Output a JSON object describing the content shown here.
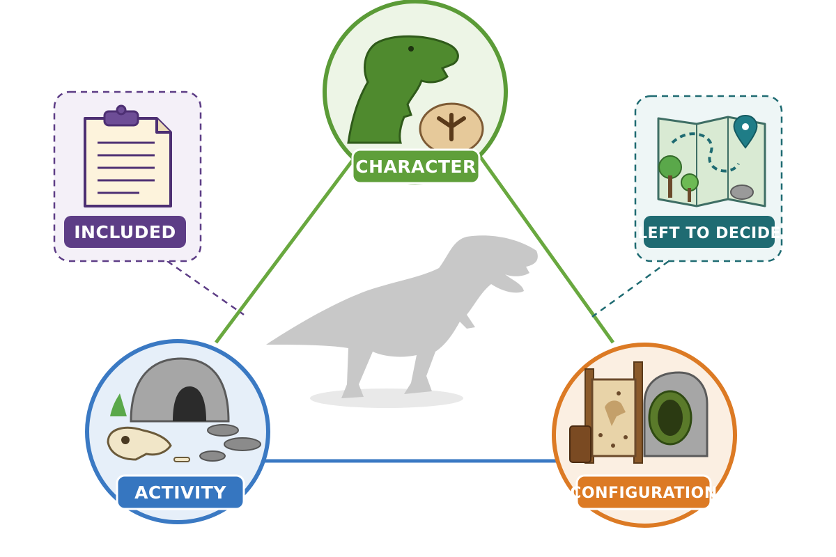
{
  "nodes": {
    "character": {
      "label": "CHARACTER",
      "color": "#5b9b37",
      "fill": "#edf5e6",
      "pill": "#5f9f3a"
    },
    "activity": {
      "label": "ACTIVITY",
      "color": "#3a79c3",
      "fill": "#e6eff9",
      "pill": "#3676c0"
    },
    "configuration": {
      "label": "CONFIGURATION",
      "color": "#dc7a24",
      "fill": "#fbefe2",
      "pill": "#dc7a24"
    }
  },
  "callouts": {
    "included": {
      "label": "INCLUDED",
      "color": "#5d3d86",
      "fill": "#f4f0f8"
    },
    "left_to_decide": {
      "label": "LEFT TO DECIDE",
      "color": "#1f6b72",
      "fill": "#eef6f6"
    }
  },
  "icons": {
    "character": "t-rex-fossil-icon",
    "activity": "cave-bones-icon",
    "configuration": "climbing-wall-tunnel-icon",
    "included": "clipboard-icon",
    "left_to_decide": "map-pin-icon",
    "center": "t-rex-silhouette-icon"
  }
}
